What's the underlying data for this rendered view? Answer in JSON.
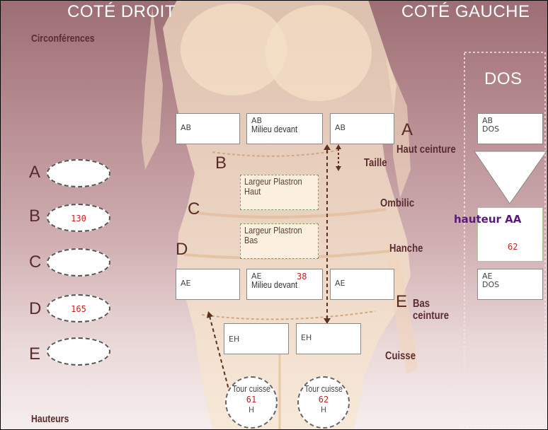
{
  "headers": {
    "right_side": "COTÉ DROIT",
    "left_side": "COTÉ GAUCHE",
    "back": "DOS"
  },
  "sections": {
    "circumferences": "Circonférences",
    "heights": "Hauteurs"
  },
  "front_boxes": {
    "ab_right": "AB",
    "ab_center_code": "AB",
    "ab_center_label": "Milieu devant",
    "ab_left": "AB",
    "plastron_high_1": "Largeur Plastron",
    "plastron_high_2": "Haut",
    "plastron_low_1": "Largeur Plastron",
    "plastron_low_2": "Bas",
    "ae_right": "AE",
    "ae_center_code": "AE",
    "ae_center_value": "38",
    "ae_center_label": "Milieu devant",
    "ae_left": "AE",
    "eh_right": "EH",
    "eh_left": "EH"
  },
  "body_letters": {
    "b": "B",
    "c": "C",
    "d": "D",
    "a": "A",
    "e": "E"
  },
  "body_labels": {
    "haut_ceinture": "Haut ceinture",
    "taille": "Taille",
    "ombilic": "Ombilic",
    "hanche": "Hanche",
    "bas_1": "Bas",
    "bas_2": "ceinture",
    "cuisse": "Cuisse"
  },
  "circumference_inputs": [
    {
      "letter": "A",
      "value": ""
    },
    {
      "letter": "B",
      "value": "130"
    },
    {
      "letter": "C",
      "value": ""
    },
    {
      "letter": "D",
      "value": "165"
    },
    {
      "letter": "E",
      "value": ""
    }
  ],
  "thigh_inputs": [
    {
      "label": "Tour cuisse",
      "value": "61",
      "sub": "H"
    },
    {
      "label": "Tour cuisse",
      "value": "62",
      "sub": "H"
    }
  ],
  "back_panel": {
    "ab_dos_1": "AB",
    "ab_dos_2": "DOS",
    "hauteur_label": "hauteur AA",
    "hauteur_value": "62",
    "ae_dos_1": "AE",
    "ae_dos_2": "DOS"
  },
  "colors": {
    "value_red": "#cc2020",
    "label_purple": "#5a1a7a",
    "brand_dark": "#5a2d30"
  }
}
